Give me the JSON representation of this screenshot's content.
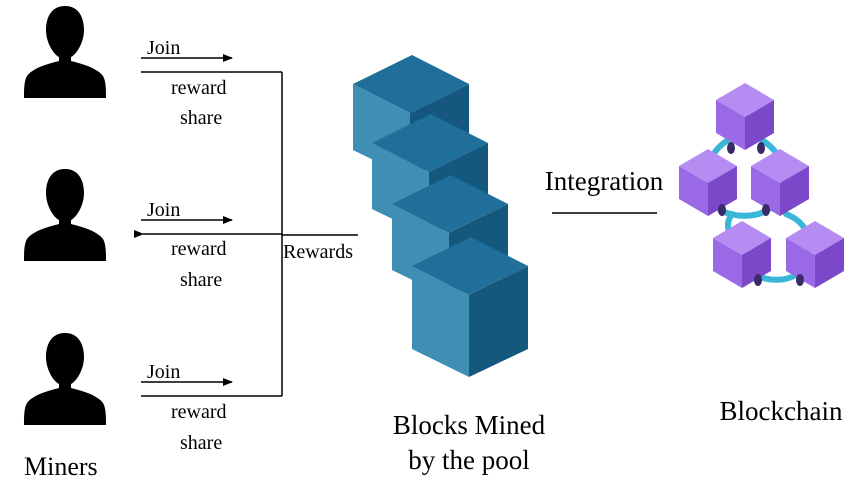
{
  "miners": {
    "label": "Miners",
    "rows": [
      {
        "join": "Join",
        "reward_line1": "reward",
        "reward_line2": "share"
      },
      {
        "join": "Join",
        "reward_line1": "reward",
        "reward_line2": "share"
      },
      {
        "join": "Join",
        "reward_line1": "reward",
        "reward_line2": "share"
      }
    ]
  },
  "rewards_label": "Rewards",
  "pool": {
    "label_line1": "Blocks Mined",
    "label_line2": "by the pool"
  },
  "integration_label": "Integration",
  "blockchain": {
    "label": "Blockchain"
  },
  "colors": {
    "cube_top": "#1f6f9a",
    "cube_left": "#3f8fb5",
    "cube_right": "#14587e",
    "chain_light": "#b58cf2",
    "chain_mid": "#9a6ae6",
    "chain_dark": "#7a48c8",
    "link": "#3ab7d8",
    "person": "#000000"
  },
  "icons": {
    "miner": "person-silhouette-icon",
    "pool": "stacked-cubes-icon",
    "chain": "linked-cubes-icon"
  }
}
